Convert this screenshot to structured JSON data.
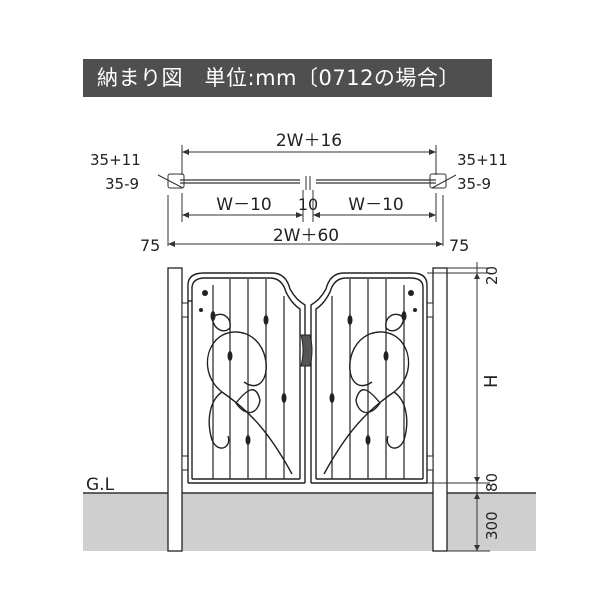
{
  "title": "納まり図　単位:mm〔0712の場合〕",
  "colors": {
    "title_bg": "#4f4f4f",
    "ground": "#cfcfcf",
    "line": "#333333"
  },
  "dimensions": {
    "top_total": "2W＋16",
    "left_top": "35+11",
    "left_mid": "35-9",
    "right_top": "35+11",
    "right_mid": "35-9",
    "leaf_left": "W－10",
    "gap": "10",
    "leaf_right": "W－10",
    "post_left": "75",
    "bottom_total": "2W＋60",
    "post_right": "75",
    "top_offset": "20",
    "height": "H",
    "ground_clearance": "80",
    "embed_depth": "300",
    "ground_line": "G.L"
  }
}
